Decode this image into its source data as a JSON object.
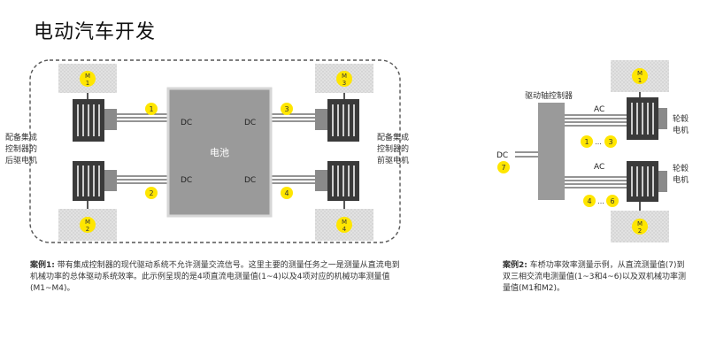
{
  "page": {
    "title": "电动汽车开发"
  },
  "colors": {
    "badge": "#ffe600",
    "battery_fill": "#9a9a9a",
    "battery_border": "#d6d6d6",
    "wheel_fill": "#d9d9d9",
    "motor_dark": "#3a3a3a",
    "line": "#555555"
  },
  "case1": {
    "battery_label": "电池",
    "dc_label": "DC",
    "left_side_label": [
      "配备集成",
      "控制器的",
      "后驱电机"
    ],
    "right_side_label": [
      "配备集成",
      "控制器的",
      "前驱电机"
    ],
    "wheels": [
      {
        "label": "M",
        "number": "1"
      },
      {
        "label": "M",
        "number": "3"
      },
      {
        "label": "M",
        "number": "2"
      },
      {
        "label": "M",
        "number": "4"
      }
    ],
    "measurement_badges": [
      "1",
      "2",
      "3",
      "4"
    ],
    "caption_bold": "案例1:",
    "caption_text": " 带有集成控制器的现代驱动系统不允许测量交流信号。这里主要的测量任务之一是测量从直流电到机械功率的总体驱动系统效率。此示例呈现的是4项直流电测量值(1~4)以及4项对应的机械功率测量值(M1~M4)。"
  },
  "case2": {
    "controller_label": "驱动轴控制器",
    "dc_label": "DC",
    "dc_badge": "7",
    "ac_label": "AC",
    "top_badges": [
      "1",
      "...",
      "3"
    ],
    "bottom_badges": [
      "4",
      "...",
      "6"
    ],
    "motor_label": [
      "轮毂",
      "电机"
    ],
    "wheels": [
      {
        "label": "M",
        "number": "1"
      },
      {
        "label": "M",
        "number": "2"
      }
    ],
    "caption_bold": "案例2:",
    "caption_text": " 车桥功率效率测量示例，从直流测量值(7)到双三相交流电测量值(1~3和4~6)以及双机械功率测量值(M1和M2)。"
  }
}
